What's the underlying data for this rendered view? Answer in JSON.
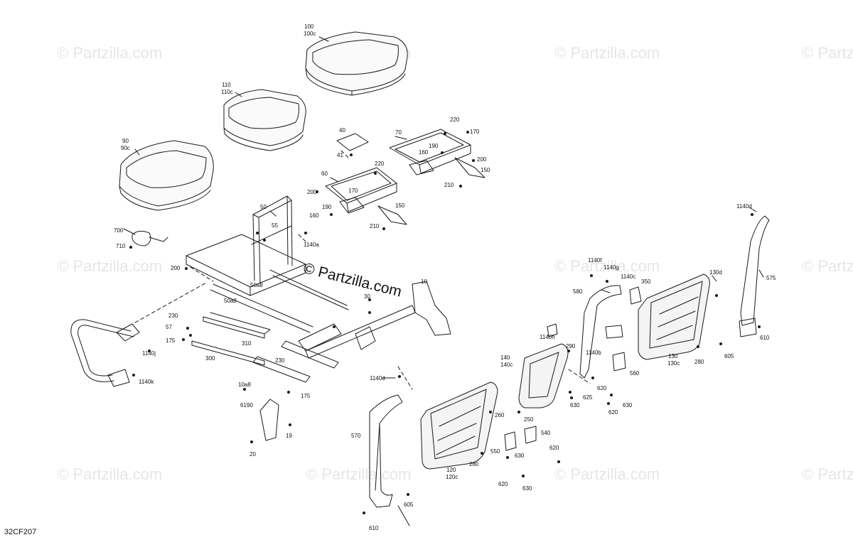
{
  "watermark": "© Partzilla.com",
  "center_watermark": "© Partzilla.com",
  "diagram_code": "32CF207",
  "callouts": {
    "c100": "100",
    "c100c": "100c",
    "c110": "110",
    "c110c": "110c",
    "c90": "90",
    "c90c": "90c",
    "c40": "40",
    "c41": "41",
    "c220a": "220",
    "c70": "70",
    "c170a": "170",
    "c190a": "190",
    "c160a": "160",
    "c200a": "200",
    "c150a": "150",
    "c210a": "210",
    "c60": "60",
    "c220b": "220",
    "c170b": "170",
    "c200b": "200",
    "c190b": "190",
    "c160b": "160",
    "c150b": "150",
    "c210b": "210",
    "c50": "50",
    "c55": "55",
    "c1140a": "1140a",
    "c700": "700",
    "c710": "710",
    "c200c": "200",
    "c50a8a": "50a8",
    "c50a8b": "50a8",
    "c10": "10",
    "c30": "30",
    "c230a": "230",
    "c57": "57",
    "c175a": "175",
    "c310": "310",
    "c300": "300",
    "c1140j": "1140j",
    "c1140k": "1140k",
    "c230b": "230",
    "c10a8": "10a8",
    "c175b": "175",
    "c6190": "6190",
    "c19": "19",
    "c20": "20",
    "c1140d_a": "1140d",
    "c570": "570",
    "c605a": "605",
    "c610a": "610",
    "c120": "120",
    "c120c": "120c",
    "c280a": "280",
    "c260": "260",
    "c250": "250",
    "c550": "550",
    "c540": "540",
    "c630a": "630",
    "c620a": "620",
    "c620b": "620",
    "c630b": "630",
    "c1140h": "1140h",
    "c140": "140",
    "c140c": "140c",
    "c290": "290",
    "c1140b": "1140b",
    "c625": "625",
    "c620c": "620",
    "c630c": "630",
    "c560": "560",
    "c620d": "620",
    "c630d": "630",
    "c580": "580",
    "c1140f": "1140f",
    "c1140g": "1140g",
    "c1140c": "1140c",
    "c350": "350",
    "c130d": "130d",
    "c130": "130",
    "c130c": "130c",
    "c280b": "280",
    "c1140d_b": "1140d",
    "c575": "575",
    "c610b": "610",
    "c605b": "605"
  }
}
